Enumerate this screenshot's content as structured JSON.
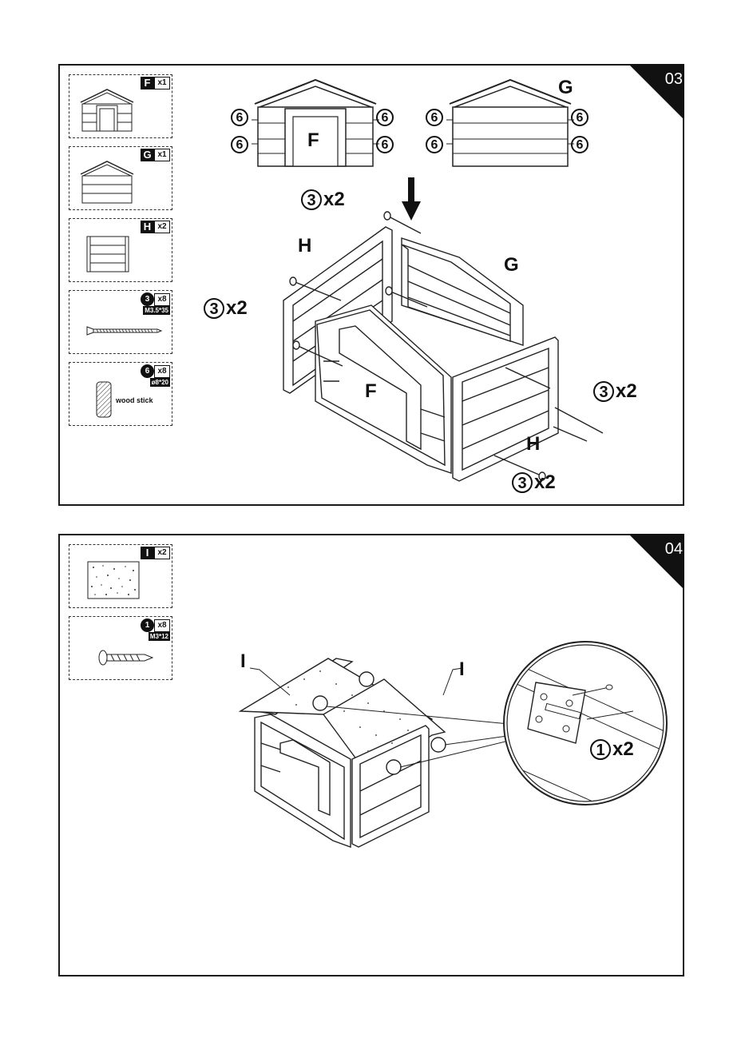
{
  "step3": {
    "number": "03",
    "parts": [
      {
        "letter": "F",
        "qty": "x1"
      },
      {
        "letter": "G",
        "qty": "x1"
      },
      {
        "letter": "H",
        "qty": "x2"
      },
      {
        "letter": "3",
        "qty": "x8",
        "spec": "M3.5*35"
      },
      {
        "letter": "6",
        "qty": "x8",
        "spec": "ø8*20",
        "label": "wood stick"
      }
    ],
    "labels": {
      "F_top": "F",
      "G_top": "G",
      "H_left": "H",
      "G_assembly": "G",
      "F_assembly": "F",
      "H_right": "H"
    },
    "dowel_number": "6",
    "screw_callouts": [
      {
        "num": "3",
        "qty": "x2"
      },
      {
        "num": "3",
        "qty": "x2"
      },
      {
        "num": "3",
        "qty": "x2"
      },
      {
        "num": "3",
        "qty": "x2"
      }
    ]
  },
  "step4": {
    "number": "04",
    "parts": [
      {
        "letter": "I",
        "qty": "x2"
      },
      {
        "letter": "1",
        "qty": "x8",
        "spec": "M3*12"
      }
    ],
    "labels": {
      "I_left": "I",
      "I_right": "I"
    },
    "hinge_callout": {
      "num": "1",
      "qty": "x2"
    }
  }
}
